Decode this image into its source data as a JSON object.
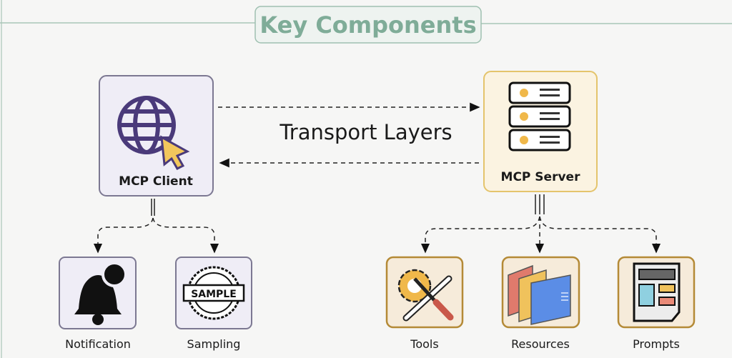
{
  "title": "Key Components",
  "transport_label": "Transport Layers",
  "client": {
    "label": "MCP Client",
    "icon": "globe-cursor-icon",
    "children": [
      {
        "label": "Notification",
        "icon": "bell-icon"
      },
      {
        "label": "Sampling",
        "icon": "sample-stamp-icon",
        "stamp_text": "SAMPLE"
      }
    ]
  },
  "server": {
    "label": "MCP Server",
    "icon": "server-rack-icon",
    "children": [
      {
        "label": "Tools",
        "icon": "tools-icon"
      },
      {
        "label": "Resources",
        "icon": "folders-icon"
      },
      {
        "label": "Prompts",
        "icon": "document-layout-icon"
      }
    ]
  },
  "colors": {
    "title": "#7fac98",
    "client_border": "#7c7892",
    "client_bg": "#efedf6",
    "server_border": "#e4c46c",
    "server_bg": "#fbf3e1",
    "child_server_border": "#b48a36",
    "child_server_bg": "#f6ebda"
  }
}
